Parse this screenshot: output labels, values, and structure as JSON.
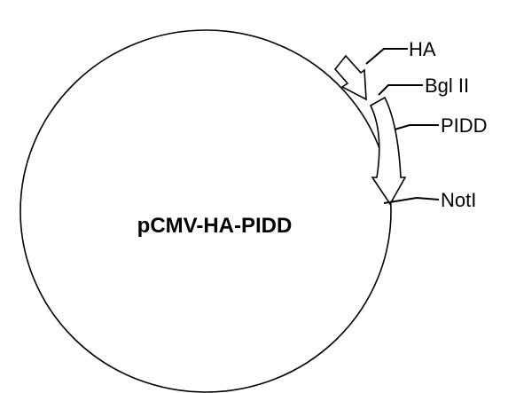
{
  "plasmid": {
    "name": "pCMV-HA-PIDD"
  },
  "features": {
    "ha": "HA",
    "bgl2": "Bgl II",
    "pidd": "PIDD",
    "noti": "NotI"
  },
  "colors": {
    "stroke": "#000000",
    "fill": "#ffffff"
  }
}
